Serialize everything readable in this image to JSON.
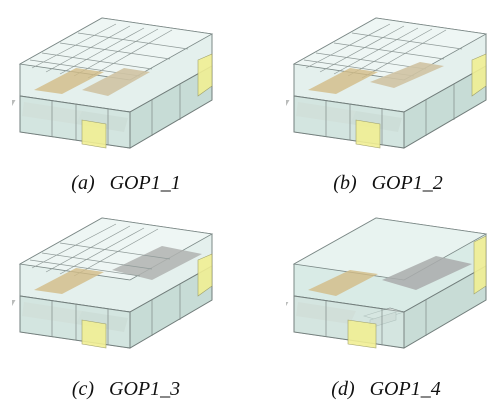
{
  "captions": {
    "a": "(a)   GOP1_1",
    "b": "(b)   GOP1_2",
    "c": "(c)   GOP1_3",
    "d": "(d)   GOP1_4"
  },
  "colors": {
    "glass": "#d9ebe6",
    "glass_dark": "#bcd3cc",
    "floor": "#cfc3a3",
    "floor_tan": "#c8b07a",
    "wall_yellow": "#f1ef94",
    "edge": "#6f7a78",
    "grey_block": "#a7aaa6"
  }
}
